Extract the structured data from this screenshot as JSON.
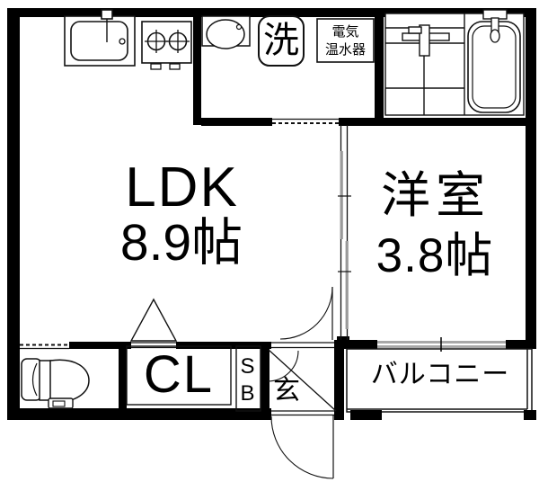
{
  "plan": {
    "type": "japanese-apartment-floor-plan",
    "labels": {
      "ldk": "LDK",
      "ldk_size": "8.9帖",
      "western_room": "洋室",
      "western_room_size": "3.8帖",
      "closet": "CL",
      "shoe_box": "SB",
      "entrance": "玄",
      "balcony": "バルコニー",
      "washer": "洗",
      "water_heater_l1": "電気",
      "water_heater_l2": "温水器"
    },
    "rooms": [
      {
        "name": "LDK",
        "size": "8.9帖"
      },
      {
        "name": "洋室",
        "size": "3.8帖"
      },
      {
        "name": "バルコニー"
      },
      {
        "name": "玄 (entrance)"
      },
      {
        "name": "CL (closet)"
      },
      {
        "name": "SB (shoe box)"
      },
      {
        "name": "toilet"
      },
      {
        "name": "washroom"
      },
      {
        "name": "bathroom"
      }
    ],
    "icons": {
      "kitchen_sink": "kitchen-sink-icon",
      "stove": "stove-burners-icon",
      "washbasin": "washbasin-icon",
      "washing_machine": "washing-machine-icon",
      "water_heater": "water-heater-icon",
      "bathtub": "bathtub-icon",
      "shower_faucet": "faucet-icon",
      "toilet": "toilet-icon",
      "folding_door": "folding-door-triangle-icon",
      "swing_door": "door-swing-arc-icon",
      "sliding_door": "sliding-door-track-icon",
      "window": "sliding-window-icon"
    },
    "colors": {
      "wall": "#000000",
      "line": "#111111",
      "door_panel": "#9a9a9a",
      "window_bar": "#a8a8a8",
      "background": "#ffffff"
    }
  }
}
